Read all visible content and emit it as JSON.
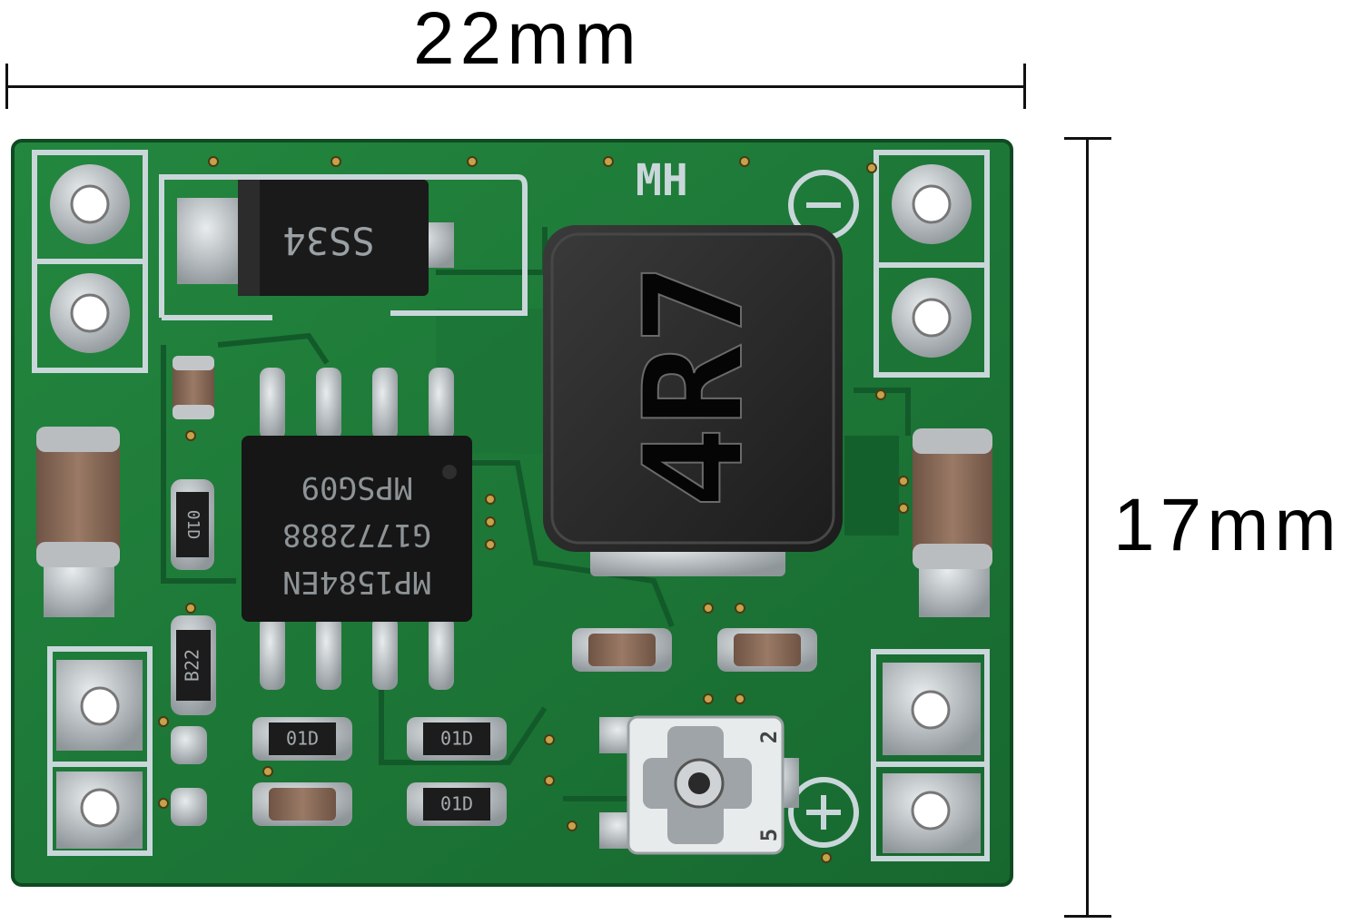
{
  "dimensions": {
    "width_label": "22mm",
    "height_label": "17mm"
  },
  "board": {
    "silkscreen_label": "MH",
    "minus_symbol": "−",
    "plus_symbol": "+",
    "pot_labels": [
      "2",
      "5"
    ]
  },
  "components": {
    "diode_marking": "SS34",
    "inductor_marking": "4R7",
    "ic_marking_lines": [
      "MP1584EN",
      "G1772888",
      "MPSG09"
    ],
    "resistor_marking_1": "B22",
    "resistor_marking_2": "01D",
    "resistor_marking_3": "01D",
    "resistor_marking_4": "01D",
    "resistor_marking_5": "01D"
  },
  "colors": {
    "pcb_green": "#1f7a3a",
    "pcb_dark": "#13552a",
    "silkscreen": "#c9d7da",
    "component_black": "#1a1a1a",
    "capacitor_brown": "#8a6a58",
    "solder": "#b8bcbf"
  }
}
